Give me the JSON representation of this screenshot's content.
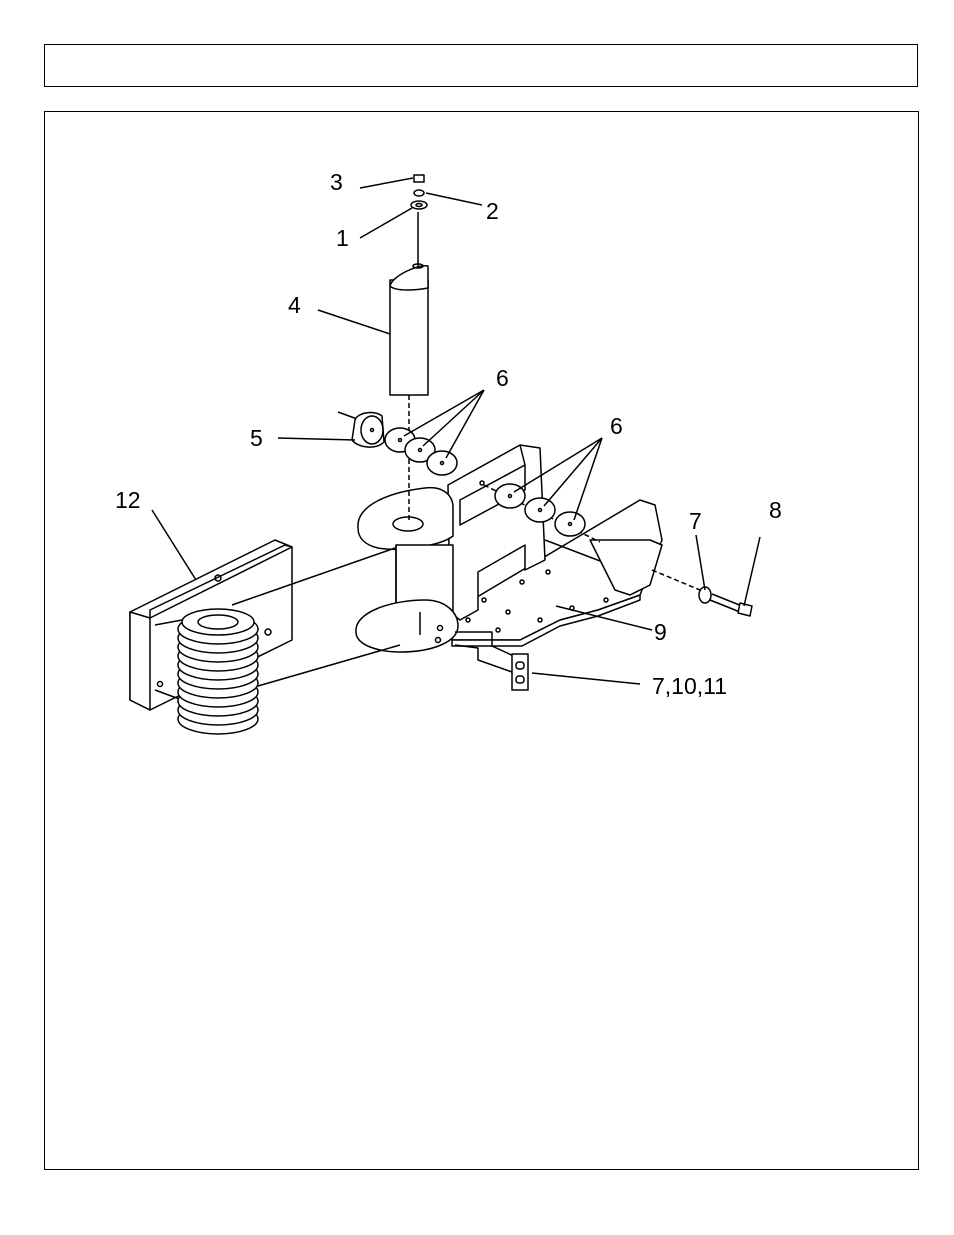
{
  "header": {
    "title": ""
  },
  "diagram": {
    "callouts": [
      "3",
      "2",
      "1",
      "4",
      "6",
      "5",
      "6",
      "12",
      "7",
      "8",
      "9",
      "7,10,11"
    ]
  }
}
